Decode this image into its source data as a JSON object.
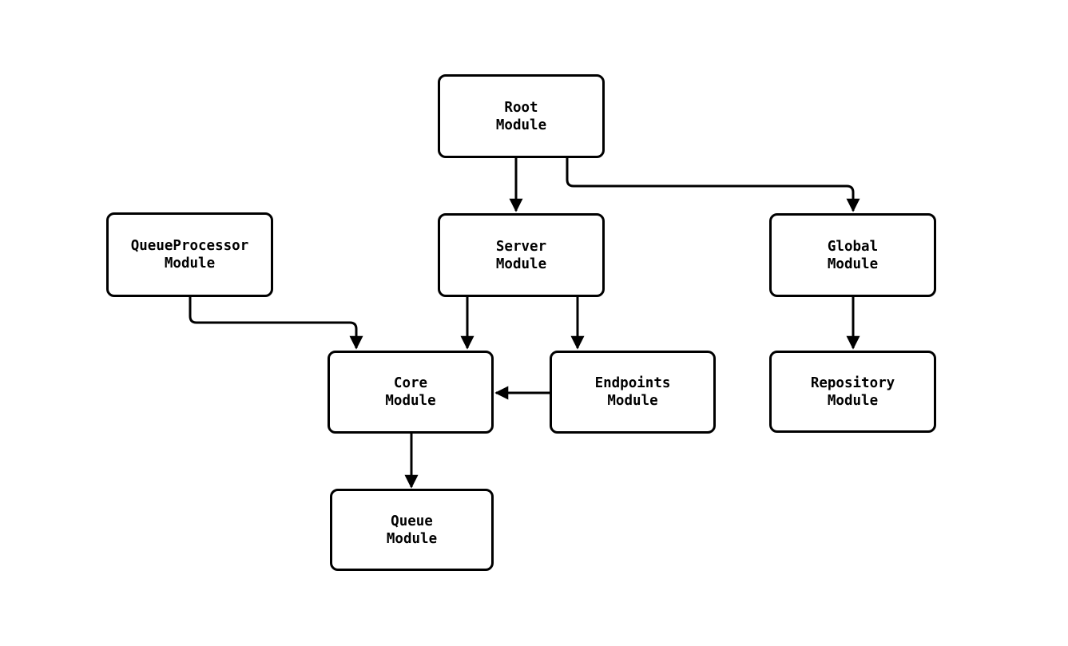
{
  "diagram": {
    "type": "flowchart",
    "direction": "top-down",
    "colors": {
      "background": "#ffffff",
      "node_fill": "#ffffff",
      "node_border": "#000000",
      "edge_stroke": "#000000",
      "text": "#000000"
    },
    "nodes": [
      {
        "id": "root",
        "line1": "Root",
        "line2": "Module"
      },
      {
        "id": "queueprocessor",
        "line1": "QueueProcessor",
        "line2": "Module"
      },
      {
        "id": "server",
        "line1": "Server",
        "line2": "Module"
      },
      {
        "id": "global",
        "line1": "Global",
        "line2": "Module"
      },
      {
        "id": "core",
        "line1": "Core",
        "line2": "Module"
      },
      {
        "id": "endpoints",
        "line1": "Endpoints",
        "line2": "Module"
      },
      {
        "id": "repository",
        "line1": "Repository",
        "line2": "Module"
      },
      {
        "id": "queue",
        "line1": "Queue",
        "line2": "Module"
      }
    ],
    "edges": [
      {
        "from": "Root Module",
        "to": "Server Module",
        "style": "arrow"
      },
      {
        "from": "Root Module",
        "to": "Global Module",
        "style": "arrow"
      },
      {
        "from": "QueueProcessor Module",
        "to": "Core Module",
        "style": "arrow"
      },
      {
        "from": "Server Module",
        "to": "Core Module",
        "style": "arrow"
      },
      {
        "from": "Server Module",
        "to": "Endpoints Module",
        "style": "arrow"
      },
      {
        "from": "Endpoints Module",
        "to": "Core Module",
        "style": "arrow"
      },
      {
        "from": "Global Module",
        "to": "Repository Module",
        "style": "arrow"
      },
      {
        "from": "Core Module",
        "to": "Queue Module",
        "style": "arrow"
      }
    ]
  }
}
